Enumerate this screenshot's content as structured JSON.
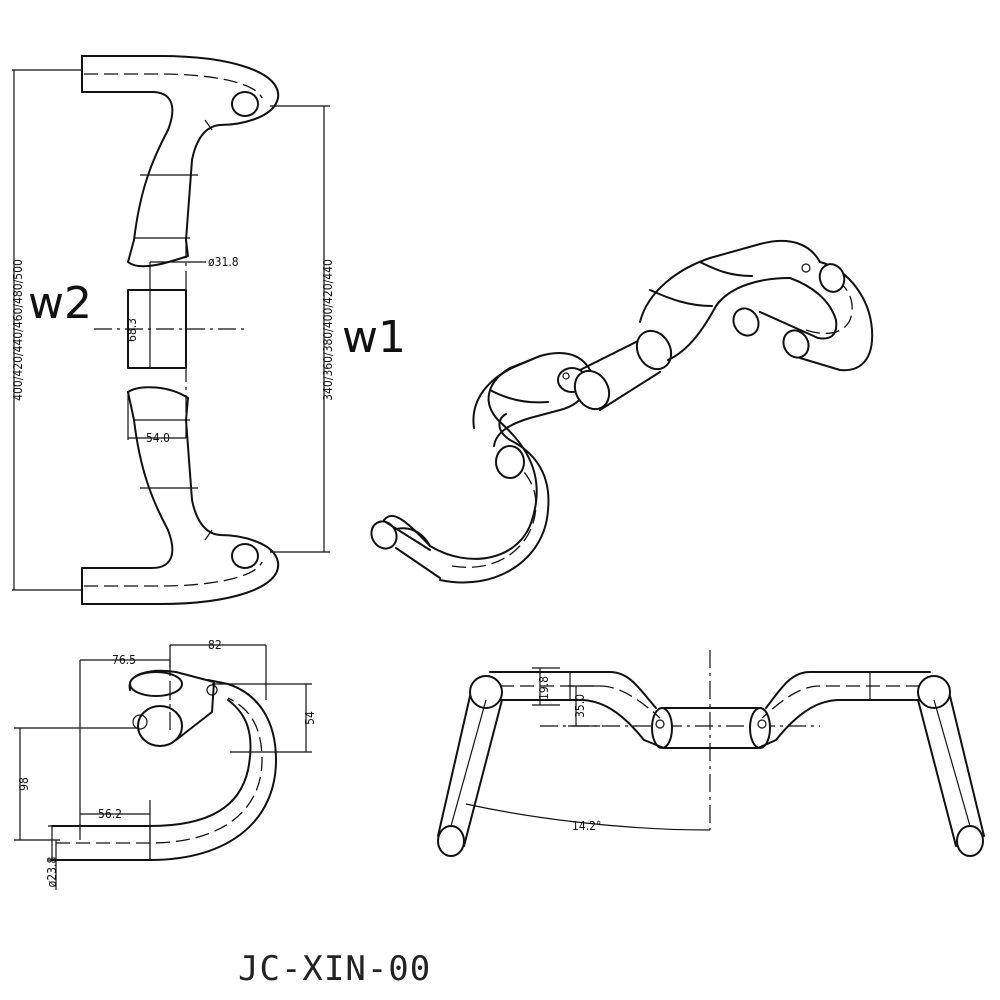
{
  "labels": {
    "w2": "w2",
    "w1": "w1",
    "model": "JC-XIN-00"
  },
  "dimensions": {
    "width_w2": "400/420/440/460/480/500",
    "width_w1": "340/360/380/400/420/440",
    "clamp_diameter": "ø31.8",
    "clamp_height": "68.3",
    "clamp_width": "54.0",
    "reach_76": "76.5",
    "reach_82": "82",
    "rise_54": "54",
    "drop_98": "98",
    "reach_56": "56.2",
    "tube_diameter": "ø23.8",
    "rise_19": "19.8",
    "rise_35": "35.0",
    "flare_angle": "14.2°"
  }
}
